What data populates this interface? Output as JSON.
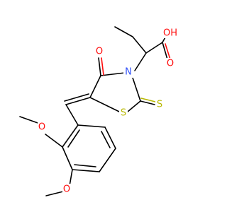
{
  "molecule": {
    "atom_colors": {
      "carbon": "#000000",
      "oxygen": "#ff0d0d",
      "nitrogen": "#3050f8",
      "sulfur": "#b8b800"
    },
    "labels": {
      "hydroxyl": "OH",
      "acid_carbonyl_o": "O",
      "ring_carbonyl_o": "O",
      "ring_nitrogen": "N",
      "ring_sulfur": "S",
      "thione_sulfur": "S",
      "methoxy_o_top": "O",
      "methoxy_o_bottom": "O"
    }
  }
}
